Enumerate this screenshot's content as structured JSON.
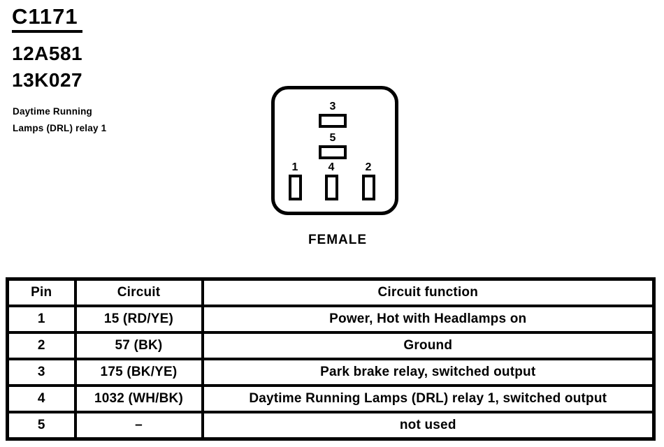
{
  "header": {
    "connector_id": "C1171",
    "part_numbers": [
      "12A581",
      "13K027"
    ],
    "description_lines": [
      "Daytime Running",
      "Lamps (DRL) relay 1"
    ]
  },
  "connector": {
    "gender_label": "FEMALE",
    "pins": [
      {
        "label": "3",
        "orientation": "horizontal"
      },
      {
        "label": "5",
        "orientation": "horizontal"
      },
      {
        "label": "1",
        "orientation": "vertical"
      },
      {
        "label": "4",
        "orientation": "vertical"
      },
      {
        "label": "2",
        "orientation": "vertical"
      }
    ]
  },
  "table": {
    "headers": [
      "Pin",
      "Circuit",
      "Circuit function"
    ],
    "rows": [
      {
        "pin": "1",
        "circuit": "15 (RD/YE)",
        "function": "Power, Hot with Headlamps on"
      },
      {
        "pin": "2",
        "circuit": "57 (BK)",
        "function": "Ground"
      },
      {
        "pin": "3",
        "circuit": "175 (BK/YE)",
        "function": "Park brake relay, switched output"
      },
      {
        "pin": "4",
        "circuit": "1032 (WH/BK)",
        "function": "Daytime Running Lamps (DRL) relay 1, switched output"
      },
      {
        "pin": "5",
        "circuit": "–",
        "function": "not used"
      }
    ]
  },
  "colors": {
    "ink": "#000000",
    "paper": "#ffffff"
  }
}
